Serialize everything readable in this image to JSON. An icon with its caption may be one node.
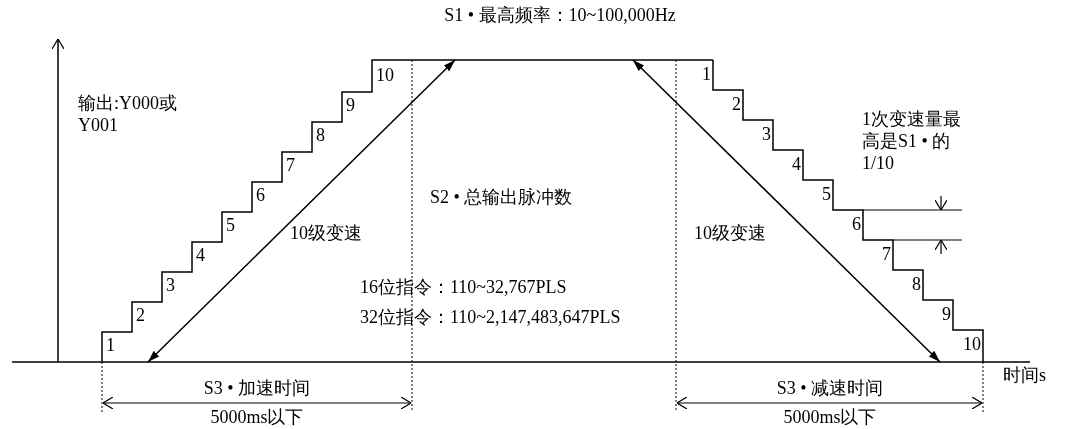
{
  "diagram": {
    "labels": [
      "S1 • 最高频率：10~100,000Hz",
      "1",
      "2",
      "3",
      "4",
      "5",
      "6",
      "7",
      "8",
      "9",
      "10",
      "1",
      "2",
      "3",
      "4",
      "5",
      "6",
      "7",
      "8",
      "9",
      "10",
      "输出:Y000或Y001",
      "S2 • 总输出脉冲数",
      "10级变速",
      "10级变速",
      "16位指令：110~32,767PLS",
      "32位指令：110~2,147,483,647PLS",
      "1次变速量最高是S1 • 的1/10",
      "S3 • 加速时间",
      "5000ms以下",
      "S3 • 减速时间",
      "5000ms以下",
      "时间s"
    ]
  }
}
